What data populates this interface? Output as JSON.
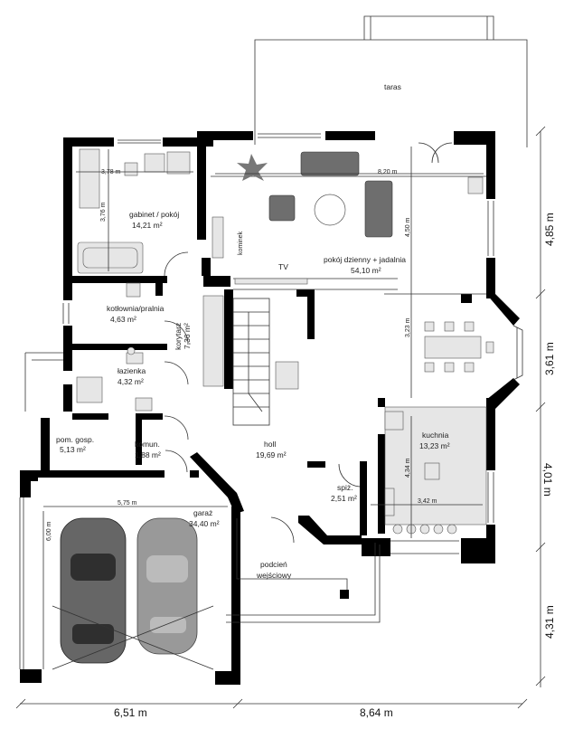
{
  "rooms": {
    "taras": {
      "name": "taras"
    },
    "gabinet": {
      "name": "gabinet / pokój",
      "area": "14,21 m²",
      "dim_w": "3,78 m",
      "dim_h": "3,76 m"
    },
    "pokoj": {
      "name": "pokój dzienny + jadalnia",
      "area": "54,10 m²",
      "dim_w": "8,20 m",
      "dim_h": "4,50 m",
      "dim_h2": "3,23 m"
    },
    "kominek": {
      "name": "kominek"
    },
    "tv": {
      "name": "TV"
    },
    "kotlownia": {
      "name": "kotłownia/pralnia",
      "area": "4,63 m²"
    },
    "korytarz": {
      "name": "korytarz",
      "area": "7,36 m²"
    },
    "lazienka": {
      "name": "łazienka",
      "area": "4,32 m²"
    },
    "pomgosp": {
      "name": "pom. gosp.",
      "area": "5,13 m²"
    },
    "komun": {
      "name": "komun.",
      "area": "1,88 m²"
    },
    "holl": {
      "name": "holl",
      "area": "19,69 m²"
    },
    "kuchnia": {
      "name": "kuchnia",
      "area": "13,23 m²",
      "dim_w": "3,42 m",
      "dim_h": "4,34 m"
    },
    "spiz": {
      "name": "spiż.",
      "area": "2,51 m²"
    },
    "garaz": {
      "name": "garaż",
      "area": "34,40 m²",
      "dim_w": "5,75 m",
      "dim_h": "6,00 m"
    },
    "podcien": {
      "name": "podcień",
      "name2": "wejściowy"
    }
  },
  "dimensions": {
    "right": [
      "4,85 m",
      "3,61 m",
      "4,01 m",
      "4,31 m"
    ],
    "bottom": [
      "6,51 m",
      "8,64 m"
    ]
  }
}
